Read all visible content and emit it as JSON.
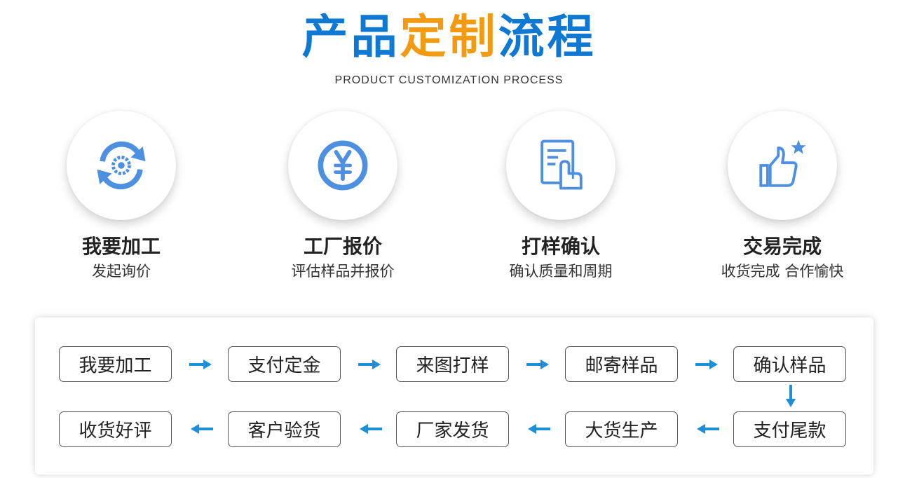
{
  "header": {
    "title_part1": "产品",
    "title_part2": "定制",
    "title_part3": "流程",
    "subtitle": "PRODUCT CUSTOMIZATION PROCESS"
  },
  "steps": [
    {
      "icon": "gear-refresh-icon",
      "title": "我要加工",
      "subtitle": "发起询价"
    },
    {
      "icon": "yuan-coin-icon",
      "title": "工厂报价",
      "subtitle": "评估样品并报价"
    },
    {
      "icon": "document-hand-icon",
      "title": "打样确认",
      "subtitle": "确认质量和周期"
    },
    {
      "icon": "thumbs-up-star-icon",
      "title": "交易完成",
      "subtitle": "收货完成 合作愉快"
    }
  ],
  "flow": {
    "row1": [
      "我要加工",
      "支付定金",
      "来图打样",
      "邮寄样品",
      "确认样品"
    ],
    "row2": [
      "收货好评",
      "客户验货",
      "厂家发货",
      "大货生产",
      "支付尾款"
    ]
  },
  "colors": {
    "title_blue": "#0f78d2",
    "title_orange": "#f29a12",
    "icon_blue": "#4d8fe0",
    "arrow_blue": "#1e8fd6"
  }
}
